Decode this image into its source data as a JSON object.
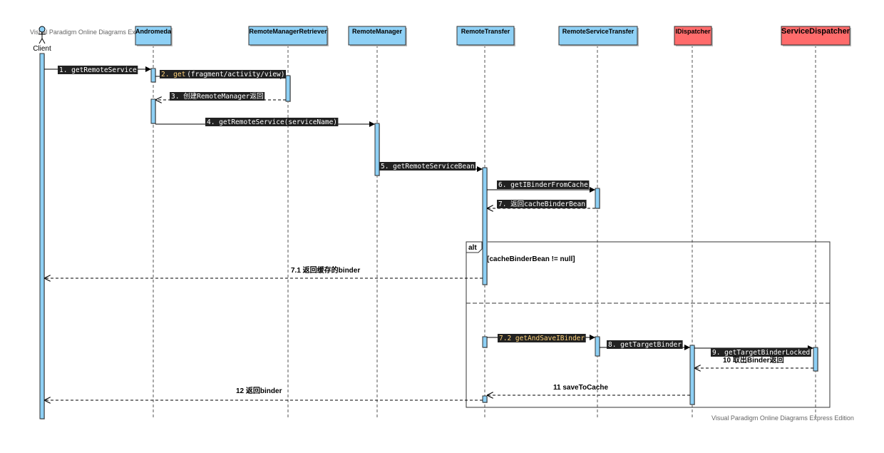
{
  "watermark_top": "Visual Paradigm Online Diagrams Express Edition",
  "watermark_bottom": "Visual Paradigm Online Diagrams Express Edition",
  "colors": {
    "participant_fill": "#8ed0f5",
    "participant_dispatch_fill": "#ff6b6b",
    "activation_fill": "#8ed0f5",
    "dark_label_bg": "#222222",
    "dark_label_text": "#ffffff",
    "highlight_label_text": "#ffd27a"
  },
  "participants": [
    {
      "id": "client",
      "label": "Client",
      "kind": "actor"
    },
    {
      "id": "andromeda",
      "label": "Andromeda",
      "kind": "box"
    },
    {
      "id": "retriever",
      "label": "RemoteManagerRetriever",
      "kind": "box"
    },
    {
      "id": "manager",
      "label": "RemoteManager",
      "kind": "box"
    },
    {
      "id": "transfer",
      "label": "RemoteTransfer",
      "kind": "box"
    },
    {
      "id": "service_transfer",
      "label": "RemoteServiceTransfer",
      "kind": "box"
    },
    {
      "id": "idispatcher",
      "label": "IDispatcher",
      "kind": "box",
      "color": "red"
    },
    {
      "id": "service_dispatcher",
      "label": "ServiceDispatcher",
      "kind": "box",
      "color": "red"
    }
  ],
  "messages": [
    {
      "id": "m1",
      "label": "1. getRemoteService",
      "from": "client",
      "to": "andromeda",
      "type": "sync",
      "style": "dark"
    },
    {
      "id": "m2a",
      "label": "2. get",
      "from": "andromeda",
      "to": "retriever",
      "type": "sync",
      "style": "highlight-part"
    },
    {
      "id": "m2b",
      "label": "(fragment/activity/view)",
      "from": "andromeda",
      "to": "retriever",
      "type": "label-part",
      "style": "dark"
    },
    {
      "id": "m3",
      "label": "3. 创建RemoteManager返回",
      "from": "retriever",
      "to": "andromeda",
      "type": "return",
      "style": "dark"
    },
    {
      "id": "m4",
      "label": "4. getRemoteService(serviceName)",
      "from": "andromeda",
      "to": "manager",
      "type": "sync",
      "style": "dark"
    },
    {
      "id": "m5",
      "label": "5. getRemoteServiceBean",
      "from": "manager",
      "to": "transfer",
      "type": "sync",
      "style": "dark"
    },
    {
      "id": "m6",
      "label": "6. getIBinderFromCache",
      "from": "transfer",
      "to": "service_transfer",
      "type": "sync",
      "style": "dark"
    },
    {
      "id": "m7",
      "label": "7. 返回cacheBinderBean",
      "from": "service_transfer",
      "to": "transfer",
      "type": "return",
      "style": "dark"
    },
    {
      "id": "m71",
      "label": "7.1 返回缓存的binder",
      "from": "transfer",
      "to": "client",
      "type": "return",
      "style": "plain"
    },
    {
      "id": "m72",
      "label": "7.2 getAndSaveIBinder",
      "from": "transfer",
      "to": "service_transfer",
      "type": "sync",
      "style": "highlight"
    },
    {
      "id": "m8",
      "label": "8. getTargetBinder",
      "from": "service_transfer",
      "to": "idispatcher",
      "type": "sync",
      "style": "dark"
    },
    {
      "id": "m9",
      "label": "9. getTargetBinderLocked",
      "from": "idispatcher",
      "to": "service_dispatcher",
      "type": "sync",
      "style": "dark"
    },
    {
      "id": "m10",
      "label": "10 取出Binder返回",
      "from": "service_dispatcher",
      "to": "idispatcher",
      "type": "return",
      "style": "plain"
    },
    {
      "id": "m11",
      "label": "11 saveToCache",
      "from": "idispatcher",
      "to": "transfer",
      "type": "return",
      "style": "plain"
    },
    {
      "id": "m12",
      "label": "12 返回binder",
      "from": "transfer",
      "to": "client",
      "type": "return",
      "style": "plain"
    }
  ],
  "fragment": {
    "operator": "alt",
    "guard": "[cacheBinderBean != null]"
  }
}
